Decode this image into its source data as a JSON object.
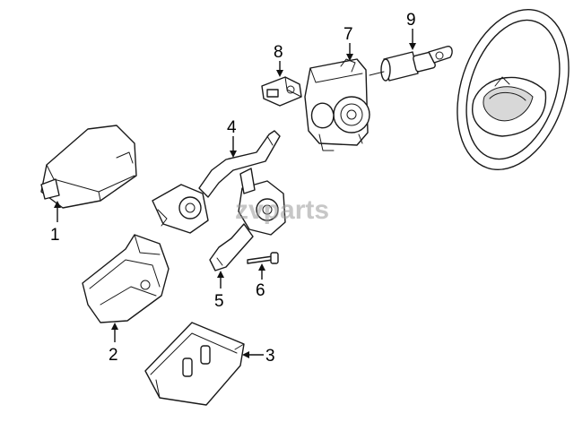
{
  "watermark": "zvparts",
  "callouts": [
    {
      "id": "1",
      "label": "1"
    },
    {
      "id": "2",
      "label": "2"
    },
    {
      "id": "3",
      "label": "3"
    },
    {
      "id": "4",
      "label": "4"
    },
    {
      "id": "5",
      "label": "5"
    },
    {
      "id": "6",
      "label": "6"
    },
    {
      "id": "7",
      "label": "7"
    },
    {
      "id": "8",
      "label": "8"
    },
    {
      "id": "9",
      "label": "9"
    }
  ],
  "colors": {
    "line": "#1a1a1a",
    "background": "#ffffff",
    "watermark": "#9a9a9a"
  }
}
